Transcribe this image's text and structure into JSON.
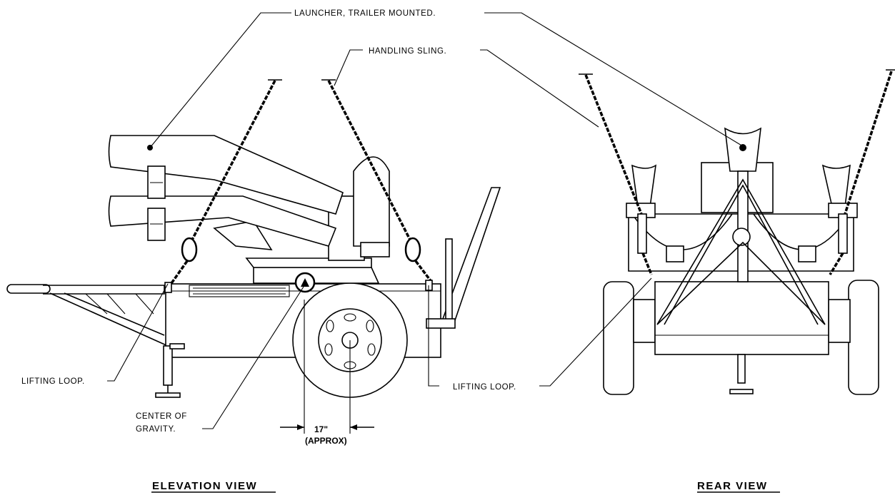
{
  "labels": {
    "launcher": "LAUNCHER, TRAILER MOUNTED.",
    "handling_sling": "HANDLING SLING.",
    "lifting_loop_left": "LIFTING LOOP.",
    "lifting_loop_right": "LIFTING LOOP.",
    "center_of_gravity_line1": "CENTER OF",
    "center_of_gravity_line2": "GRAVITY.",
    "dimension_value": "17\"",
    "dimension_note": "(APPROX)"
  },
  "views": {
    "elevation": "ELEVATION VIEW",
    "rear": "REAR VIEW"
  }
}
